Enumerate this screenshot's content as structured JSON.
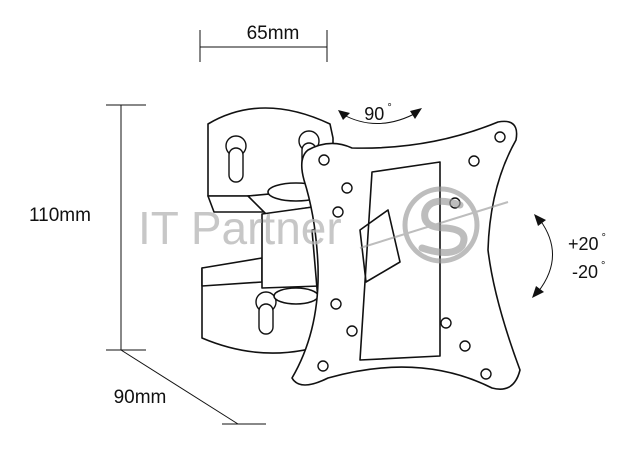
{
  "dimensions": {
    "width_label": "65mm",
    "height_label": "110mm",
    "depth_label": "90mm"
  },
  "rotation": {
    "swivel_value": "90",
    "tilt_up_value": "+20",
    "tilt_down_value": "-20",
    "degree_symbol": "°"
  },
  "watermark": {
    "brand_text": "IT Partner"
  },
  "colors": {
    "line": "#111111",
    "watermark": "#b5b5b5",
    "background": "#ffffff"
  }
}
